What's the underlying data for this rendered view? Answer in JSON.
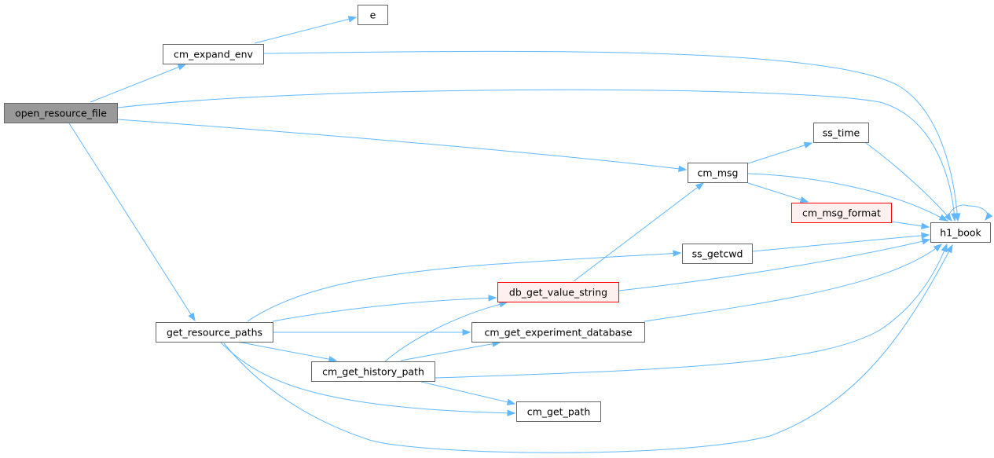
{
  "nodes": [
    {
      "id": "open_resource_file",
      "label": "open_resource_file",
      "style": "root"
    },
    {
      "id": "cm_expand_env",
      "label": "cm_expand_env",
      "style": "normal"
    },
    {
      "id": "e",
      "label": "e",
      "style": "normal"
    },
    {
      "id": "get_resource_paths",
      "label": "get_resource_paths",
      "style": "normal"
    },
    {
      "id": "cm_msg",
      "label": "cm_msg",
      "style": "normal"
    },
    {
      "id": "ss_time",
      "label": "ss_time",
      "style": "normal"
    },
    {
      "id": "cm_msg_format",
      "label": "cm_msg_format",
      "style": "red"
    },
    {
      "id": "h1_book",
      "label": "h1_book",
      "style": "normal"
    },
    {
      "id": "ss_getcwd",
      "label": "ss_getcwd",
      "style": "normal"
    },
    {
      "id": "db_get_value_string",
      "label": "db_get_value_string",
      "style": "red"
    },
    {
      "id": "cm_get_experiment_database",
      "label": "cm_get_experiment_database",
      "style": "normal"
    },
    {
      "id": "cm_get_history_path",
      "label": "cm_get_history_path",
      "style": "normal"
    },
    {
      "id": "cm_get_path",
      "label": "cm_get_path",
      "style": "normal"
    }
  ],
  "edges": [
    {
      "from": "open_resource_file",
      "to": "cm_expand_env"
    },
    {
      "from": "cm_expand_env",
      "to": "e"
    },
    {
      "from": "cm_expand_env",
      "to": "h1_book"
    },
    {
      "from": "open_resource_file",
      "to": "h1_book"
    },
    {
      "from": "open_resource_file",
      "to": "cm_msg"
    },
    {
      "from": "open_resource_file",
      "to": "get_resource_paths"
    },
    {
      "from": "cm_msg",
      "to": "ss_time"
    },
    {
      "from": "cm_msg",
      "to": "h1_book"
    },
    {
      "from": "cm_msg",
      "to": "cm_msg_format"
    },
    {
      "from": "ss_time",
      "to": "h1_book"
    },
    {
      "from": "cm_msg_format",
      "to": "h1_book"
    },
    {
      "from": "h1_book",
      "to": "h1_book"
    },
    {
      "from": "ss_getcwd",
      "to": "h1_book"
    },
    {
      "from": "db_get_value_string",
      "to": "h1_book"
    },
    {
      "from": "db_get_value_string",
      "to": "cm_msg"
    },
    {
      "from": "cm_get_experiment_database",
      "to": "h1_book"
    },
    {
      "from": "get_resource_paths",
      "to": "ss_getcwd"
    },
    {
      "from": "get_resource_paths",
      "to": "db_get_value_string"
    },
    {
      "from": "get_resource_paths",
      "to": "cm_get_experiment_database"
    },
    {
      "from": "get_resource_paths",
      "to": "cm_get_history_path"
    },
    {
      "from": "get_resource_paths",
      "to": "cm_get_path"
    },
    {
      "from": "get_resource_paths",
      "to": "h1_book"
    },
    {
      "from": "cm_get_history_path",
      "to": "db_get_value_string"
    },
    {
      "from": "cm_get_history_path",
      "to": "cm_get_experiment_database"
    },
    {
      "from": "cm_get_history_path",
      "to": "h1_book"
    },
    {
      "from": "cm_get_history_path",
      "to": "cm_get_path"
    }
  ],
  "colors": {
    "edge": "#63b8ff",
    "node_border": "#666666",
    "node_fill": "#ffffff",
    "root_fill": "#999999",
    "root_border": "#666666",
    "red_fill": "#fff0f0",
    "red_border": "#ff0000",
    "text": "#000000"
  }
}
